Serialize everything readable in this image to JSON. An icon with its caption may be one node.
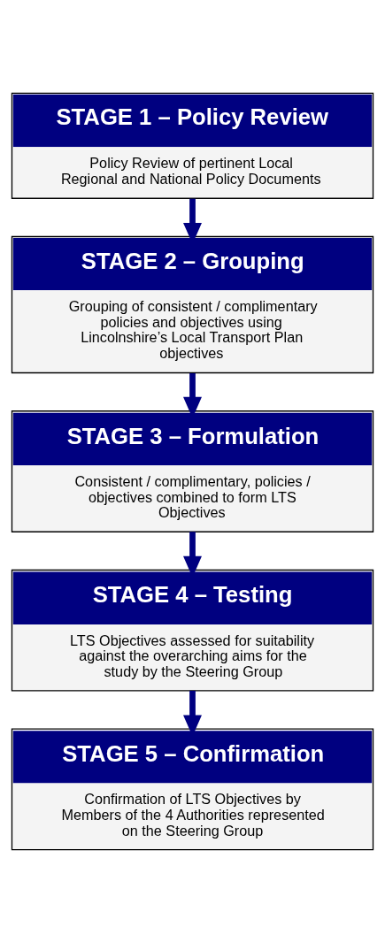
{
  "diagram": {
    "nodes": [
      {
        "text": [
          "STAGE 1 – Policy Review",
          "Policy Review of pertinent Local Regional and National Policy Documents"
        ]
      },
      {
        "text": [
          "STAGE 2 – Grouping",
          "Grouping of consistent / complimentary policies and objectives using Lincolnshire’s Local Transport Plan objectives"
        ]
      },
      {
        "text": [
          "STAGE 3 – Formulation",
          "Consistent / complimentary, policies / objectives combined to form LTS Objectives"
        ]
      },
      {
        "text": [
          "STAGE 4 – Testing",
          "LTS Objectives assessed for suitability against the overarching aims for the study by the Steering Group"
        ]
      },
      {
        "text": [
          "STAGE 5 – Confirmation",
          "Confirmation of LTS Objectives by Members of the 4 Authorities represented on the Steering Group"
        ]
      }
    ],
    "edges": [
      {
        "from": 0,
        "to": 1,
        "arrow": "to"
      },
      {
        "from": 1,
        "to": 2,
        "arrow": "to"
      },
      {
        "from": 2,
        "to": 3,
        "arrow": "to"
      },
      {
        "from": 3,
        "to": 4,
        "arrow": "to"
      }
    ]
  }
}
